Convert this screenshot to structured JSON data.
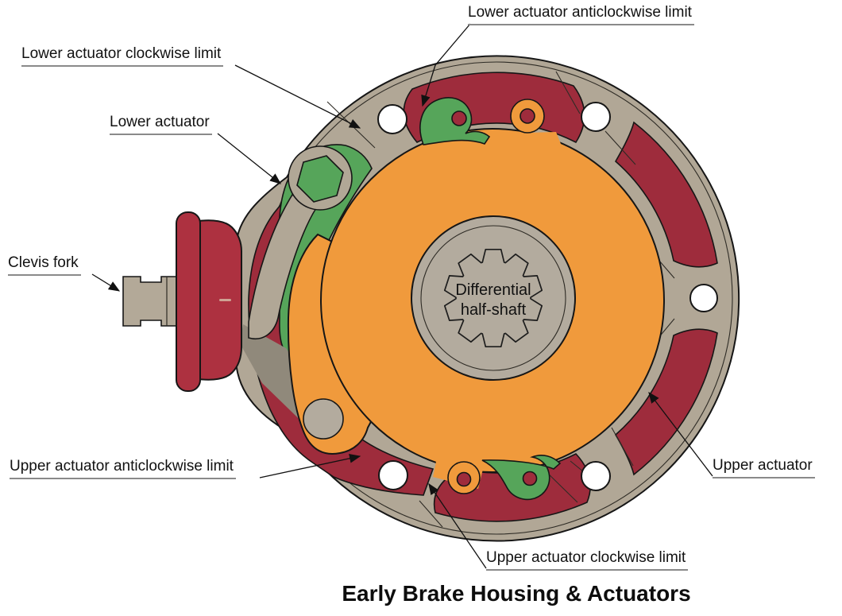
{
  "title": "Early Brake Housing & Actuators",
  "center_label": {
    "line1": "Differential",
    "line2": "half-shaft"
  },
  "labels": [
    {
      "id": "lower-actuator-anticlockwise-limit",
      "text": "Lower actuator anticlockwise limit"
    },
    {
      "id": "lower-actuator-clockwise-limit",
      "text": "Lower actuator clockwise limit"
    },
    {
      "id": "lower-actuator",
      "text": "Lower actuator"
    },
    {
      "id": "clevis-fork",
      "text": "Clevis fork"
    },
    {
      "id": "upper-actuator-anticlockwise-limit",
      "text": "Upper actuator anticlockwise limit"
    },
    {
      "id": "upper-actuator",
      "text": "Upper actuator"
    },
    {
      "id": "upper-actuator-clockwise-limit",
      "text": "Upper actuator clockwise limit"
    }
  ],
  "colors": {
    "housing_tan": "#b1a796",
    "pocket_red": "#9e2c3c",
    "bell_red": "#ad3140",
    "cam_orange": "#f09a3c",
    "actuator_green": "#56a55a",
    "hub_gray": "#b3ab9e",
    "hole_white": "#ffffff",
    "pin_red": "#9e2c3c",
    "shadow_gray": "#90897b",
    "shaft_tan": "#b3a998"
  }
}
